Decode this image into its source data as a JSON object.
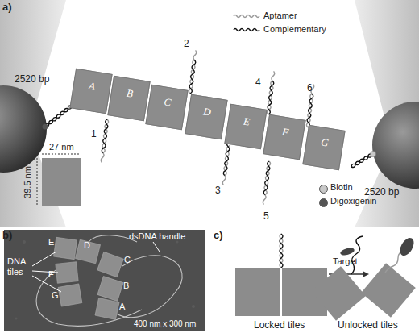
{
  "diagram": {
    "nodes": [
      {
        "text": [
          "A"
        ]
      },
      {
        "text": [
          "B"
        ]
      },
      {
        "text": [
          "C"
        ]
      },
      {
        "text": [
          "D"
        ]
      },
      {
        "text": [
          "E"
        ]
      },
      {
        "text": [
          "F"
        ]
      },
      {
        "text": [
          "G"
        ]
      }
    ],
    "labels": [
      "a)",
      "2520 bp",
      "2520 bp",
      "1",
      "2",
      "3",
      "4",
      "5",
      "6",
      "27 nm",
      "39.5 nm",
      "b)",
      "E",
      "D",
      "F",
      "C",
      "G",
      "B",
      "A",
      "DNA tiles",
      "dsDNA handle",
      "400 nm x 300 nm",
      "c)",
      "Target",
      "Locked tiles",
      "Unlocked tiles"
    ],
    "legend": [
      {
        "text": "Aptamer"
      },
      {
        "text": "Complementary"
      },
      {
        "text": "Biotin",
        "color": "#c8c8c8"
      },
      {
        "text": "Digoxigenin",
        "color": "#555555"
      }
    ]
  }
}
